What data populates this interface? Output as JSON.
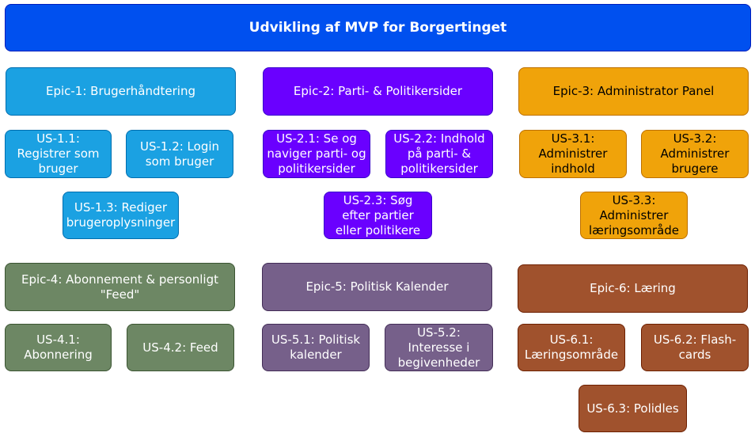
{
  "title": "Udvikling af MVP for Borgertinget",
  "epics": {
    "epic1": {
      "label": "Epic-1: Brugerhåndtering",
      "stories": [
        "US-1.1: Registrer som bruger",
        "US-1.2: Login som bruger",
        "US-1.3: Rediger brugeroplysninger"
      ]
    },
    "epic2": {
      "label": "Epic-2: Parti- & Politikersider",
      "stories": [
        "US-2.1: Se og naviger parti- og politikersider",
        "US-2.2: Indhold på parti- & politikersider",
        "US-2.3: Søg efter partier eller politikere"
      ]
    },
    "epic3": {
      "label": "Epic-3: Administrator Panel",
      "stories": [
        "US-3.1: Administrer indhold",
        "US-3.2: Administrer brugere",
        "US-3.3: Administrer læringsområde"
      ]
    },
    "epic4": {
      "label": "Epic-4: Abonnement & personligt \"Feed\"",
      "stories": [
        "US-4.1: Abonnering",
        "US-4.2: Feed"
      ]
    },
    "epic5": {
      "label": "Epic-5: Politisk Kalender",
      "stories": [
        "US-5.1: Politisk kalender",
        "US-5.2: Interesse i begivenheder"
      ]
    },
    "epic6": {
      "label": "Epic-6: Læring",
      "stories": [
        "US-6.1: Læringsområde",
        "US-6.2: Flash-cards",
        "US-6.3: Polidles"
      ]
    }
  },
  "colors": {
    "title": "#0050ef",
    "epic1": "#1ba1e2",
    "epic2": "#6a00ff",
    "epic3": "#f0a30a",
    "epic4": "#6d8764",
    "epic5": "#76608a",
    "epic6": "#a0522d"
  }
}
